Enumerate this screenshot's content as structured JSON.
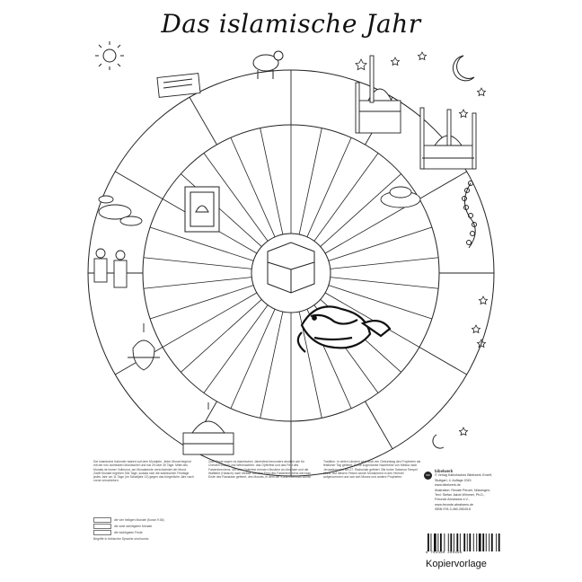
{
  "title": "Das islamische Jahr",
  "icons": [
    "sun-icon",
    "sheep-icon",
    "mosque-icon",
    "crescent-moon-icon",
    "star-icon",
    "quran-book-icon",
    "kaaba-icon",
    "calligraphy-bird-icon",
    "prayer-beads-icon",
    "lamp-icon",
    "dome-of-the-rock-icon",
    "food-plate-icon",
    "people-icon"
  ],
  "text_columns": {
    "col1": "Der islamische Kalender basiert auf dem Mondjahr. Jeder Monat beginnt mit der neu sichtbaren Mondsichel und hat 29 oder 30 Tage. Mitte des Monats ist immer Vollmond, am Monatsende verschwindet der Mond. Zwölf Monate ergeben 354 Tage, sodass sich die islamischen Festtage jedes Jahr um 11 Tage (im Schaltjahr 12) gegen das bürgerliche Jahr nach vorne verschieben.",
    "col2": "Zwei Feste sagen es islamischen Jahresfest besonders deutlich wie für Christen Ostern und Weihnachten: das Opferfest und das Fest des Fastenbrechens. Mit dem Opferfest erinnern Muslime an Abraham und die Wallfahrt (Hadsch) nach Mekka. Mit dem Fest des Fastenbrechens wird das Ende des Ramadan gefeiert, des Monats, in dem der Koran offenbart wurde.",
    "col3": "Tradition. In vielen Ländern wird auch der Geburtstag des Propheten als festlicher Tag gefeiert. Seine sogenannte Nachtreise von Mekka nach Jerusalem wird am 27. Radschab gefeiert. Bis hoher Salomos Tempel stand, auf diesem Felsen wurde Mohammed in den Himmel aufgenommen und sah dort Moses und andere Propheten."
  },
  "legend": {
    "item1": "die vier heiligen Monate (Koran 9:36)",
    "item2": "die zwei wichtigsten Monate",
    "item3": "die wichtigsten Feste",
    "note": "Begriffe in türkischer Sprache sind kursiv."
  },
  "publisher": {
    "logo": "bw",
    "name": "bibelwerk",
    "lines": [
      "© Verlag Katholisches Bibelwerk GmbH,",
      "Stuttgart, 4. Auflage 2015",
      "www.bibelwerk.de",
      "Illustration: Renate Penzel, Nüssingen;",
      "Text: Stefan Jakob Wimmer, Ph.D.,",
      "Freunde Abrahams e.V.,",
      "www.freunde-abrahams.de",
      "ISBN 978-3-460-28049-6"
    ]
  },
  "barcode_number": "9 783460 280496",
  "footer_label": "Kopiervorlage"
}
